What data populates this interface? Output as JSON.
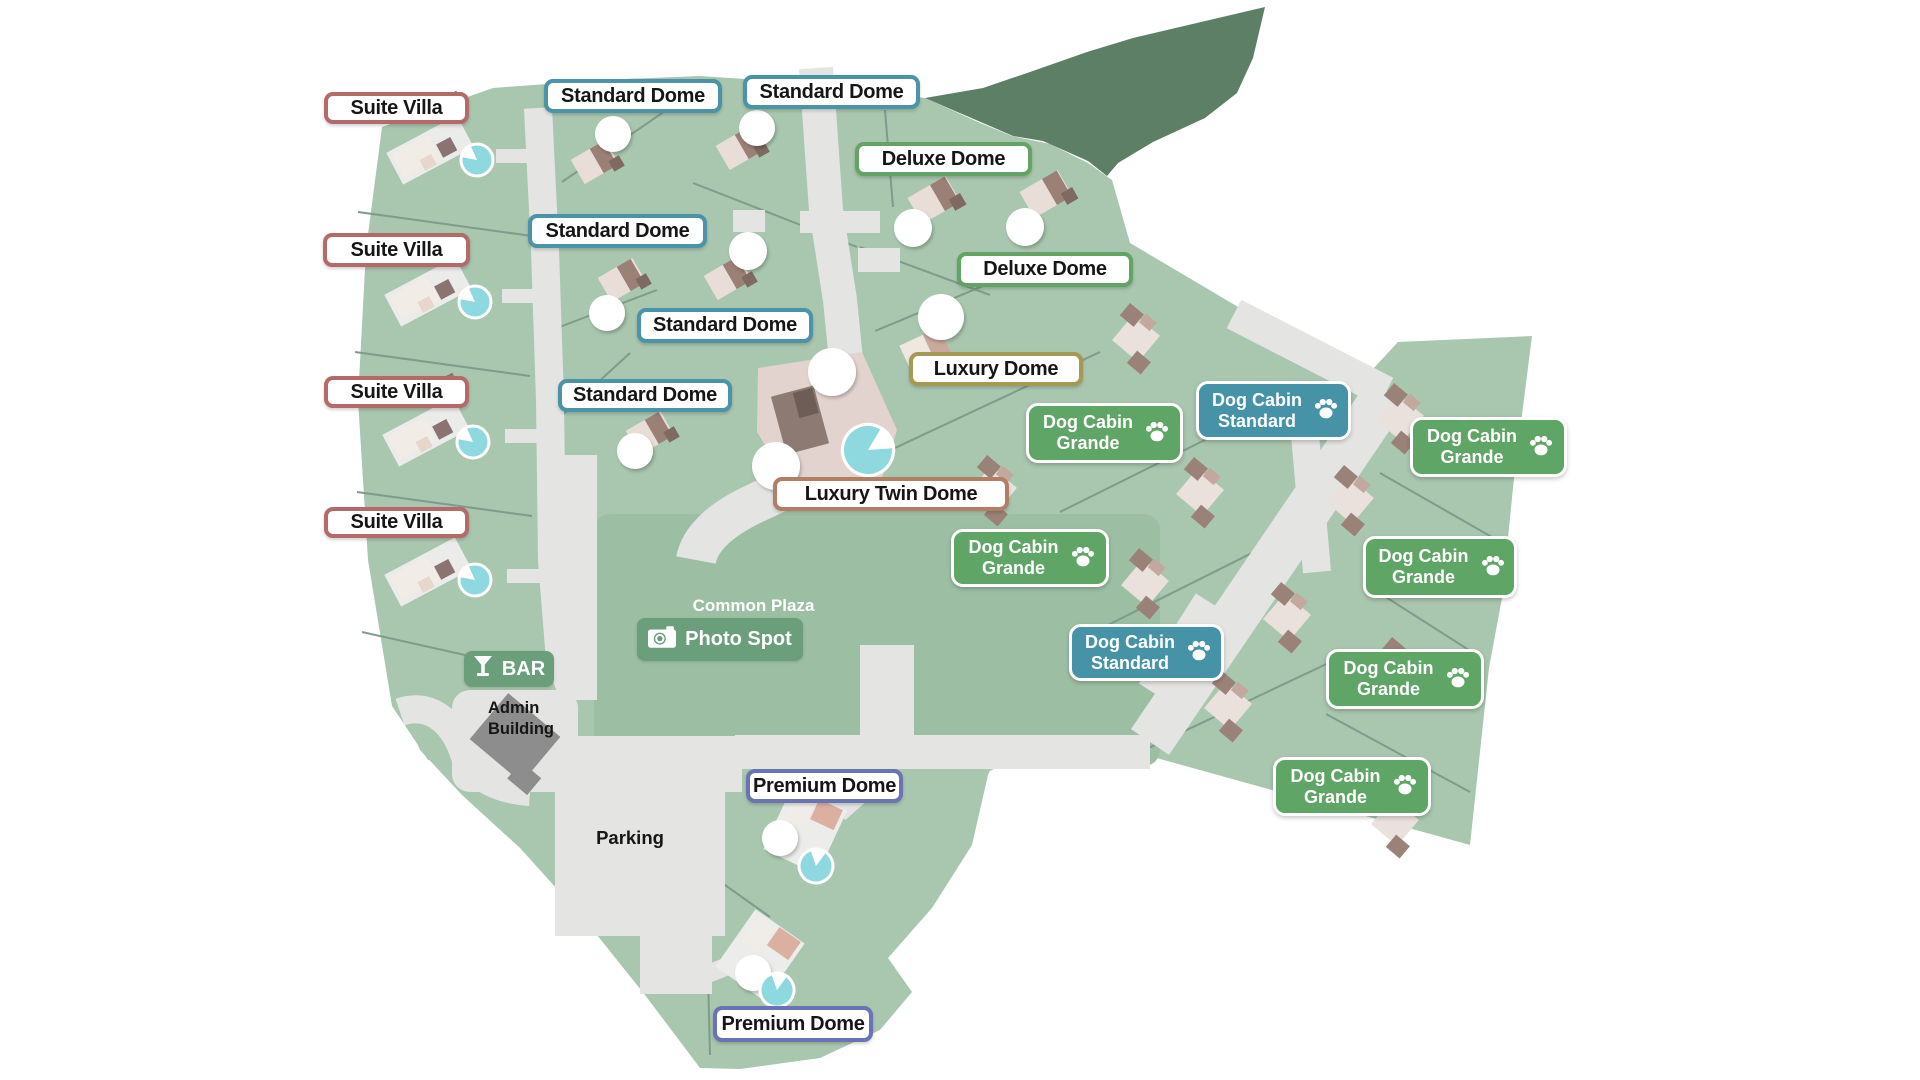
{
  "map": {
    "labels": {
      "suite_villa": "Suite Villa",
      "standard_dome": "Standard Dome",
      "deluxe_dome": "Deluxe Dome",
      "luxury_dome": "Luxury Dome",
      "luxury_twin_dome": "Luxury Twin Dome",
      "premium_dome": "Premium Dome",
      "dog_cabin_grande": "Dog Cabin Grande",
      "dog_cabin_standard": "Dog Cabin Standard"
    },
    "facilities": {
      "bar": "BAR",
      "photo_spot": "Photo Spot",
      "common_plaza": "Common Plaza",
      "admin_building": "Admin Building",
      "parking": "Parking"
    },
    "icons": {
      "bar": "martini-glass-icon",
      "photo_spot": "camera-icon",
      "dog_cabin": "paw-icon"
    },
    "colors": {
      "land": "#a9c6ae",
      "plaza": "#9cbfa4",
      "forest": "#5d7f66",
      "road": "#e4e5e3",
      "parcel_line": "#7f9b8b",
      "pool": "#8ed8e0",
      "suite_villa_border": "#b56a6a",
      "standard_dome_border": "#4b93a9",
      "deluxe_dome_border": "#63a365",
      "luxury_dome_border": "#a59a54",
      "luxury_twin_border": "#b17e66",
      "premium_border": "#6a73b4",
      "dog_grande_fill": "#5fa565",
      "dog_standard_fill": "#4692a7",
      "facility_fill": "#6b9f7c",
      "admin_fill": "#8d8d8d"
    }
  }
}
